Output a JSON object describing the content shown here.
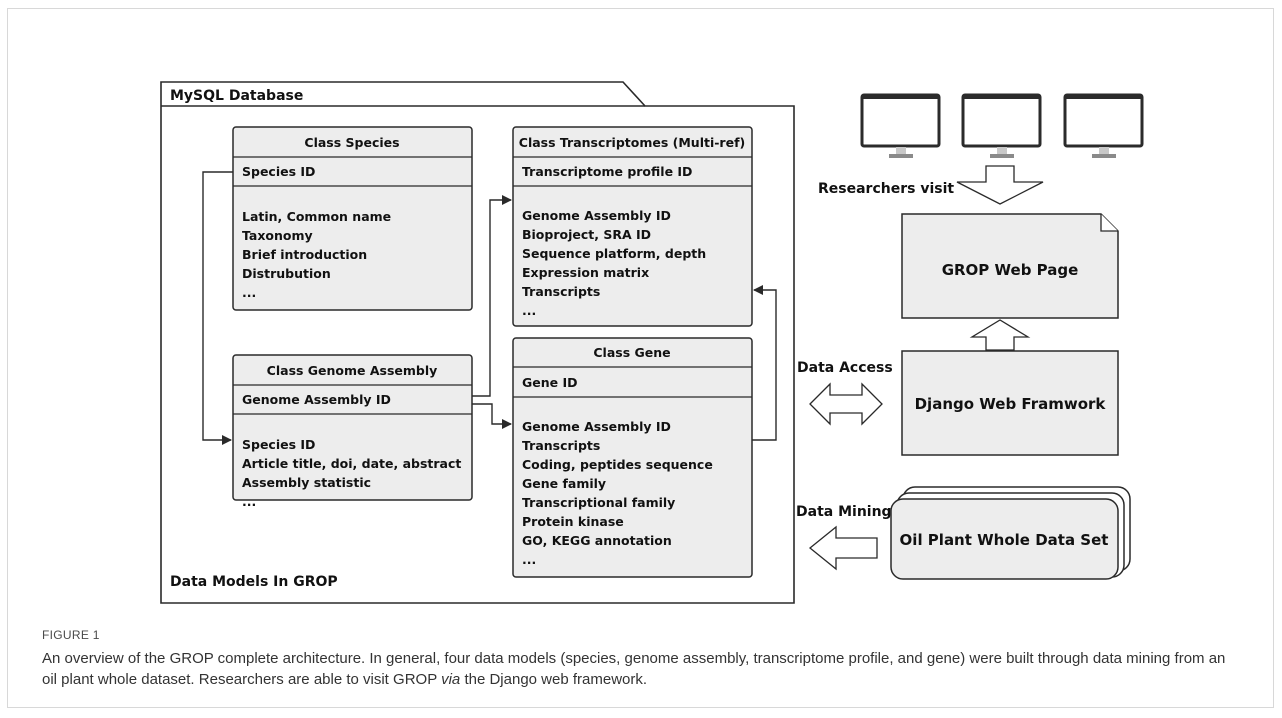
{
  "db_label": "MySQL Database",
  "models_label": "Data Models In GROP",
  "classes": {
    "species": {
      "title": "Class Species",
      "id": "Species ID",
      "attrs": [
        "Latin, Common name",
        "Taxonomy",
        "Brief introduction",
        "Distrubution",
        "..."
      ]
    },
    "genome": {
      "title": "Class Genome Assembly",
      "id": "Genome Assembly ID",
      "attrs": [
        "Species ID",
        "Article title, doi, date, abstract",
        "Assembly statistic",
        "..."
      ]
    },
    "transcriptomes": {
      "title": "Class Transcriptomes (Multi-ref)",
      "id": "Transcriptome profile ID",
      "attrs": [
        "Genome Assembly ID",
        "Bioproject, SRA ID",
        "Sequence platform, depth",
        "Expression matrix",
        "Transcripts",
        "..."
      ]
    },
    "gene": {
      "title": "Class Gene",
      "id": "Gene ID",
      "attrs": [
        "Genome Assembly ID",
        "Transcripts",
        "Coding, peptides sequence",
        "Gene family",
        "Transcriptional family",
        "Protein kinase",
        "GO, KEGG annotation",
        "..."
      ]
    }
  },
  "researchers_label": "Researchers visit",
  "web_page_label": "GROP Web Page",
  "django_label": "Django Web Framwork",
  "data_access_label": "Data Access",
  "data_mining_label": "Data Mining",
  "dataset_label": "Oil Plant Whole Data Set",
  "figure_label": "FIGURE 1",
  "caption_part1": "An overview of the GROP complete architecture. In general, four data models (species, genome assembly, transcriptome profile, and gene) were built through data mining from an oil plant whole dataset. Researchers are able to visit GROP ",
  "caption_via": "via",
  "caption_part2": " the Django web framework.",
  "colors": {
    "box_fill": "#ededed",
    "stroke": "#2a2a2a",
    "monitor": "#2b2b2b"
  }
}
